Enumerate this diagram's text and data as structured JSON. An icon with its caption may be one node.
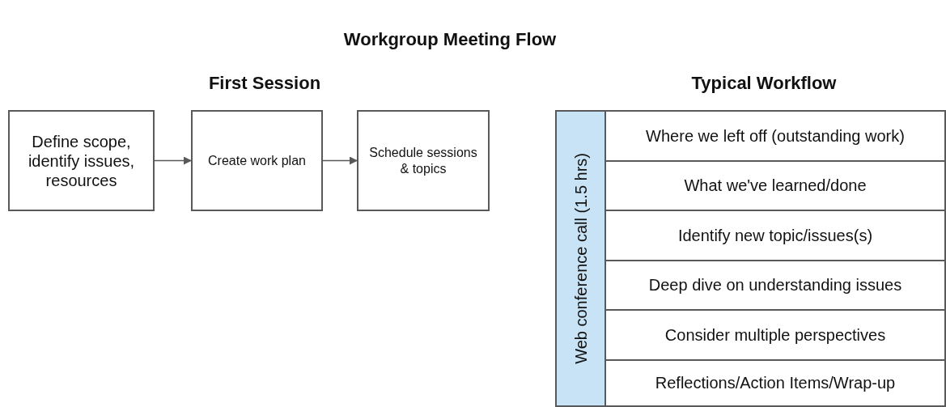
{
  "diagram": {
    "title": "Workgroup Meeting Flow",
    "nodes": [
      {
        "text": [
          "Define scope, identify issues, resources"
        ]
      },
      {
        "text": [
          "Create work plan"
        ]
      },
      {
        "text": [
          "Schedule sessions & topics"
        ]
      },
      {
        "text": [
          "Web conference call (1.5 hrs)"
        ]
      },
      {
        "text": [
          "Where we left off (outstanding work)"
        ]
      },
      {
        "text": [
          "What we've learned/done"
        ]
      },
      {
        "text": [
          "Identify new topic/issues(s)"
        ]
      },
      {
        "text": [
          "Deep dive on understanding issues"
        ]
      },
      {
        "text": [
          "Consider multiple perspectives"
        ]
      },
      {
        "text": [
          "Reflections/Action Items/Wrap-up"
        ]
      }
    ],
    "edges": [
      {
        "from": 0,
        "to": 1,
        "arrow": "to"
      },
      {
        "from": 1,
        "to": 2,
        "arrow": "to"
      }
    ],
    "labels": [
      "First Session",
      "Typical Workflow"
    ]
  }
}
